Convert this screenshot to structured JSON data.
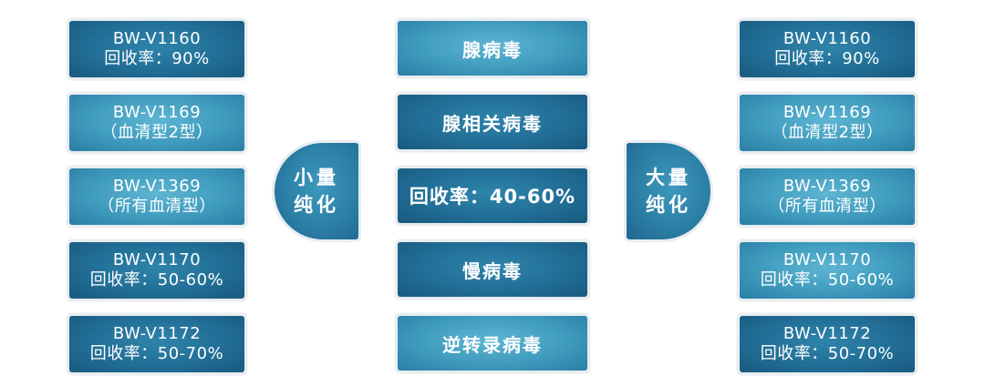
{
  "left_column": [
    {
      "line1": "BW-V1160",
      "line2": "回收率：90%"
    },
    {
      "line1": "BW-V1169",
      "line2": "（血清型2型）"
    },
    {
      "line1": "BW-V1369",
      "line2": "（所有血清型）"
    },
    {
      "line1": "BW-V1170",
      "line2": "回收率：50-60%"
    },
    {
      "line1": "BW-V1172",
      "line2": "回收率：50-70%"
    }
  ],
  "left_badge": {
    "line1": "小量",
    "line2": "纯化"
  },
  "middle_column": [
    {
      "label": "腺病毒"
    },
    {
      "label": "腺相关病毒"
    },
    {
      "label": "回收率：40-60%"
    },
    {
      "label": "慢病毒"
    },
    {
      "label": "逆转录病毒"
    }
  ],
  "right_badge": {
    "line1": "大量",
    "line2": "纯化"
  },
  "right_column": [
    {
      "line1": "BW-V1160",
      "line2": "回收率：90%"
    },
    {
      "line1": "BW-V1169",
      "line2": "（血清型2型）"
    },
    {
      "line1": "BW-V1369",
      "line2": "（所有血清型）"
    },
    {
      "line1": "BW-V1170",
      "line2": "回收率：50-60%"
    },
    {
      "line1": "BW-V1172",
      "line2": "回收率：50-70%"
    }
  ],
  "colors": {
    "dark_box": "#216e96",
    "light_box": "#3f9bbd",
    "border": "#e8edf1",
    "text": "#ffffff"
  }
}
